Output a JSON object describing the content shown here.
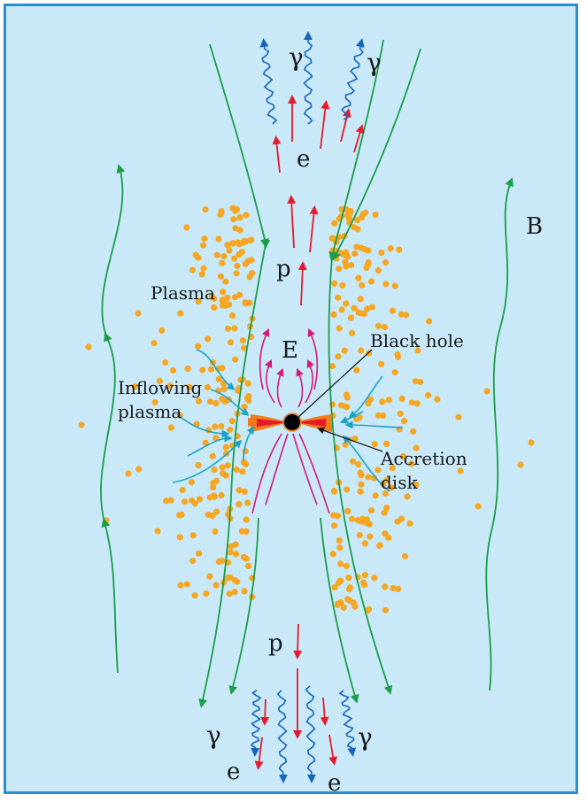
{
  "labels": {
    "gamma_top_left": "γ",
    "gamma_top_right": "γ",
    "electron_top": "e",
    "proton_top": "p",
    "magnetic_field": "B",
    "plasma": "Plasma",
    "electric_field": "E",
    "black_hole": "Black hole",
    "inflowing_plasma_line1": "Inflowing",
    "inflowing_plasma_line2": "plasma",
    "accretion_disk_line1": "Accretion",
    "accretion_disk_line2": "disk",
    "proton_bottom": "p",
    "gamma_bottom_left": "γ",
    "gamma_bottom_right": "γ",
    "electron_bottom_left": "e",
    "electron_bottom_right": "e"
  },
  "colors": {
    "background": "#c9e9f8",
    "border": "#2a8fd0",
    "field_lines": "#1a9e4a",
    "plasma_dots": "#f5a623",
    "particle_arrows": "#e8192c",
    "gamma_waves": "#1565c0",
    "inflow_arrows": "#1aa3c8",
    "electric_field": "#d6197a",
    "disk": "#f07c1e",
    "black_hole": "#000000"
  }
}
